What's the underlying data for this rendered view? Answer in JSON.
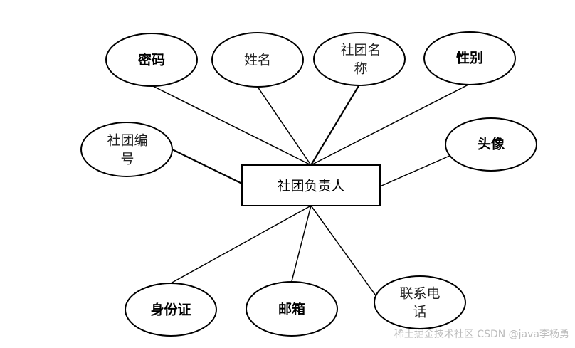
{
  "entity": {
    "label": "社团负责人"
  },
  "attributes": {
    "password": "密码",
    "name": "姓名",
    "club_name_line1": "社团名",
    "club_name_line2": "称",
    "gender": "性别",
    "club_id_line1": "社团编",
    "club_id_line2": "号",
    "avatar": "头像",
    "id_card": "身份证",
    "email": "邮箱",
    "phone_line1": "联系电",
    "phone_line2": "话"
  },
  "watermark": "稀土掘金技术社区 CSDN @java李杨勇"
}
